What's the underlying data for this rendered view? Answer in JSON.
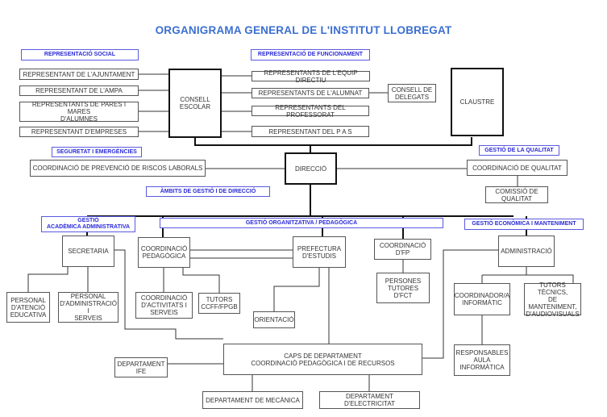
{
  "title": "ORGANIGRAMA GENERAL DE L'INSTITUT LLOBREGAT",
  "colors": {
    "title": "#3b6fd0",
    "header_text": "#2a2ad8",
    "header_border": "#5a5ae0",
    "box_border": "#555555",
    "line": "#111111"
  },
  "headers": {
    "social": "REPRESENTACIÓ SOCIAL",
    "funcionament": "REPRESENTACIÓ DE FUNCIONAMENT",
    "seguretat": "SEGURETAT I EMERGÈNCIES",
    "qualitat": "GESTIÓ DE LA QUALITAT",
    "ambits": "ÀMBITS DE GESTIÓ I DE DIRECCIÓ",
    "academica": "GESTIÓ\nACADÈMICA ADMINISTRATIVA",
    "organitzativa": "GESTIÓ   ORGANITZATIVA / PEDAGÒGICA",
    "economica": "GESTIÓ   ECONÒMICA I MANTENIMENT"
  },
  "social": [
    "REPRESENTANT DE L'AJUNTAMENT",
    "REPRESENTANT DE L'AMPA",
    "REPRESENTANTS DE PARES I MARES\nD'ALUMNES",
    "REPRESENTANT D'EMPRESES"
  ],
  "funcionament": [
    "REPRESENTANTS DE L'EQUIP DIRECTIU",
    "REPRESENTANTS DE L'ALUMNAT",
    "REPRESENTANTS DEL PROFESSORAT",
    "REPRESENTANT DEL P A S"
  ],
  "nodes": {
    "consell_escolar": "CONSELL\nESCOLAR",
    "consell_delegats": "CONSELL DE\nDELEGATS",
    "claustre": "CLAUSTRE",
    "direccio": "DIRECCIÓ",
    "prevencio": "COORDINACIÓ DE PREVENCIÓ DE RISCOS LABORALS",
    "coord_qualitat": "COORDINACIÓ DE QUALITAT",
    "comissio_qualitat": "COMISSIÓ DE\nQUALITAT",
    "secretaria": "SECRETARIA",
    "personal_atencio": "PERSONAL\nD'ATENCIÓ\nEDUCATIVA",
    "personal_admin": "PERSONAL\nD'ADMINISTRACIÓ I\nSERVEIS",
    "coord_pedagogica": "COORDINACIÓ\nPEDAGÒGICA",
    "coord_activitats": "COORDINACIÓ\nD'ACTIVITATS I\nSERVEIS",
    "tutors_ccff": "TUTORS\nCCFF/FPGB",
    "prefectura": "PREFECTURA\nD'ESTUDIS",
    "orientacio": "ORIENTACIÓ",
    "coord_fp": "COORDINACIÓ\nD'FP",
    "tutors_fct": "PERSONES\nTUTORES D'FCT",
    "administracio": "ADMINISTRACIÓ",
    "coord_informatic": "COORDINADOR/A\nINFORMÀTIC",
    "tutors_tecnics": "TUTORS TÈCNICS,\nDE\nMANTENIMENT,\nD'AUDIOVISUALS",
    "responsables_aula": "RESPONSABLES\nAULA\nINFORMÀTICA",
    "caps_departament": "CAPS DE DEPARTAMENT\nCOORDINACIÓ PEDAGÒGICA I DE RECURSOS",
    "dept_ife": "DEPARTAMENT\nIFE",
    "dept_mecanica": "DEPARTAMENT DE MECÀNICA",
    "dept_electricitat": "DEPARTAMENT D'ELECTRICITAT"
  }
}
